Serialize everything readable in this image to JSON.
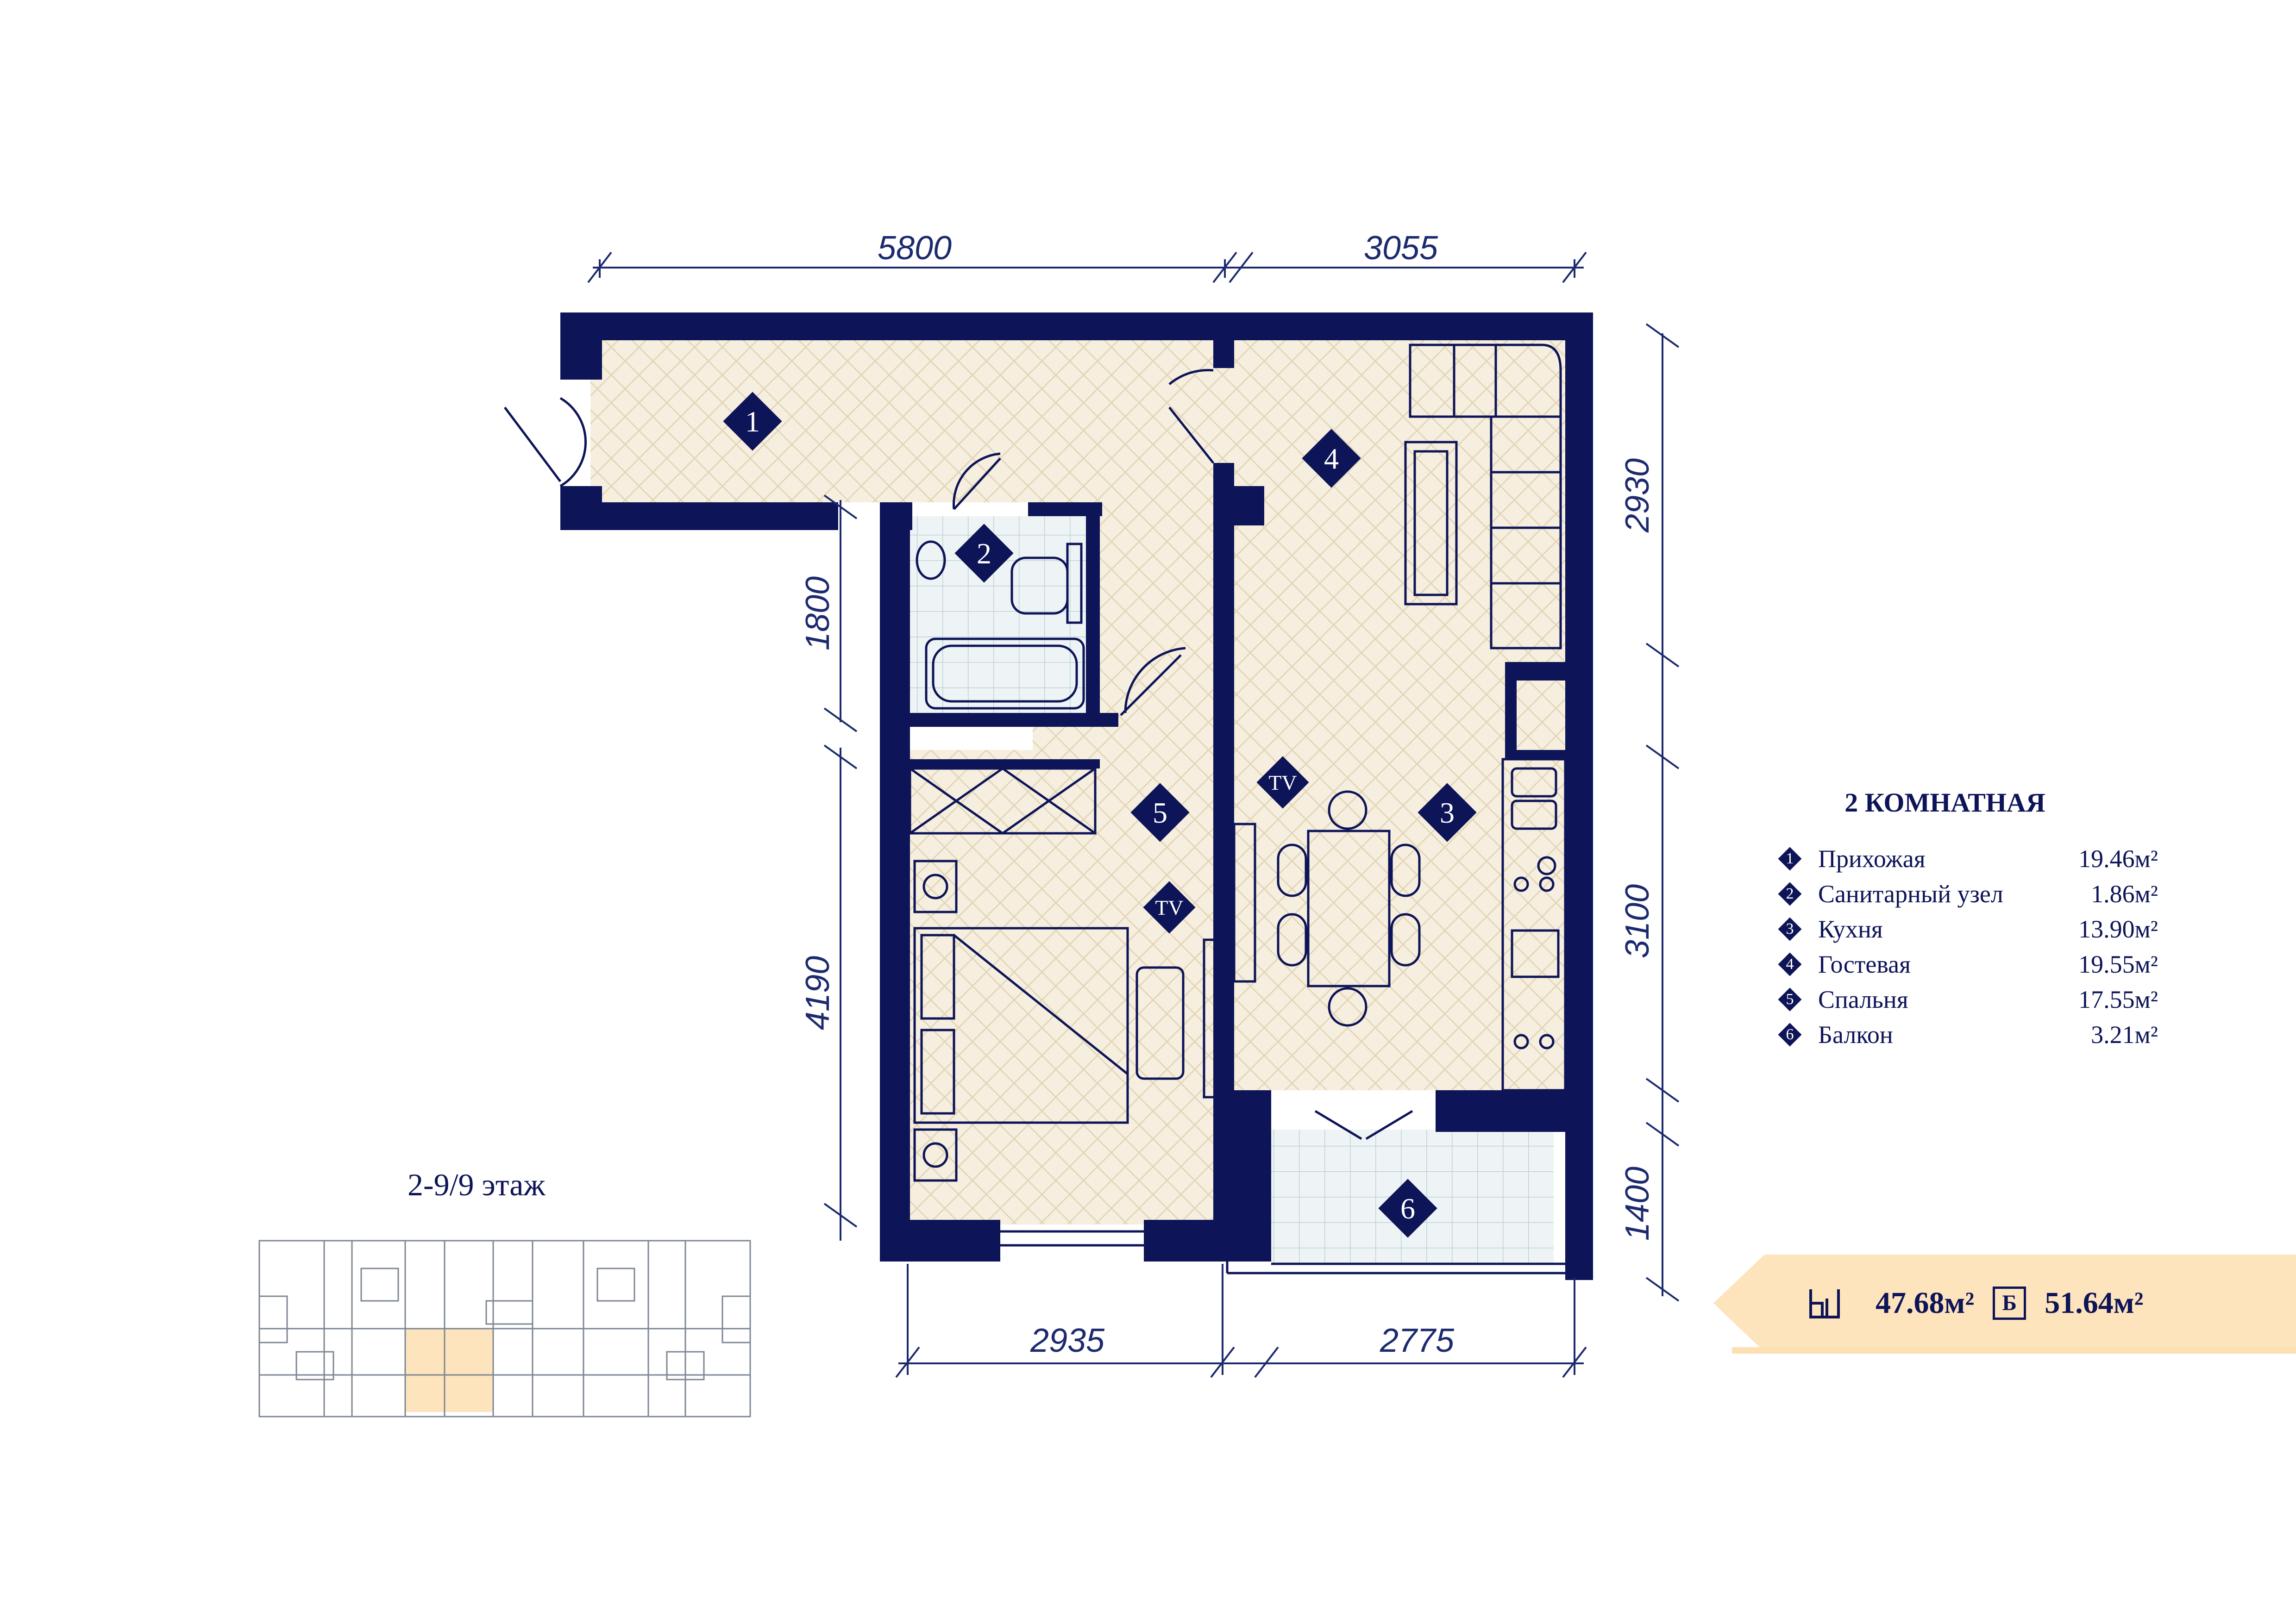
{
  "title": "2 КОМНАТНАЯ",
  "rooms": [
    {
      "num": "1",
      "name": "Прихожая",
      "area": "19.46м²"
    },
    {
      "num": "2",
      "name": "Санитарный узел",
      "area": "1.86м²"
    },
    {
      "num": "3",
      "name": "Кухня",
      "area": "13.90м²"
    },
    {
      "num": "4",
      "name": "Гостевая",
      "area": "19.55м²"
    },
    {
      "num": "5",
      "name": "Спальня",
      "area": "17.55м²"
    },
    {
      "num": "6",
      "name": "Балкон",
      "area": "3.21м²"
    }
  ],
  "dimensions": {
    "top_left": "5800",
    "top_right": "3055",
    "right_upper": "2930",
    "right_middle": "3100",
    "right_lower": "1400",
    "left_upper": "1800",
    "left_lower": "4190",
    "bottom_left": "2935",
    "bottom_right": "2775"
  },
  "tv_label": "TV",
  "floor_label": "2-9/9 этаж",
  "summary": {
    "living_area": "47.68м²",
    "total_badge": "Б",
    "total_area": "51.64м²"
  },
  "colors": {
    "wall": "#0d1457",
    "floor_fill": "#f3ead7",
    "parquet_lines": "#ddd0b3",
    "tile_lines": "#c9dadc",
    "highlight": "#fde4bd"
  }
}
